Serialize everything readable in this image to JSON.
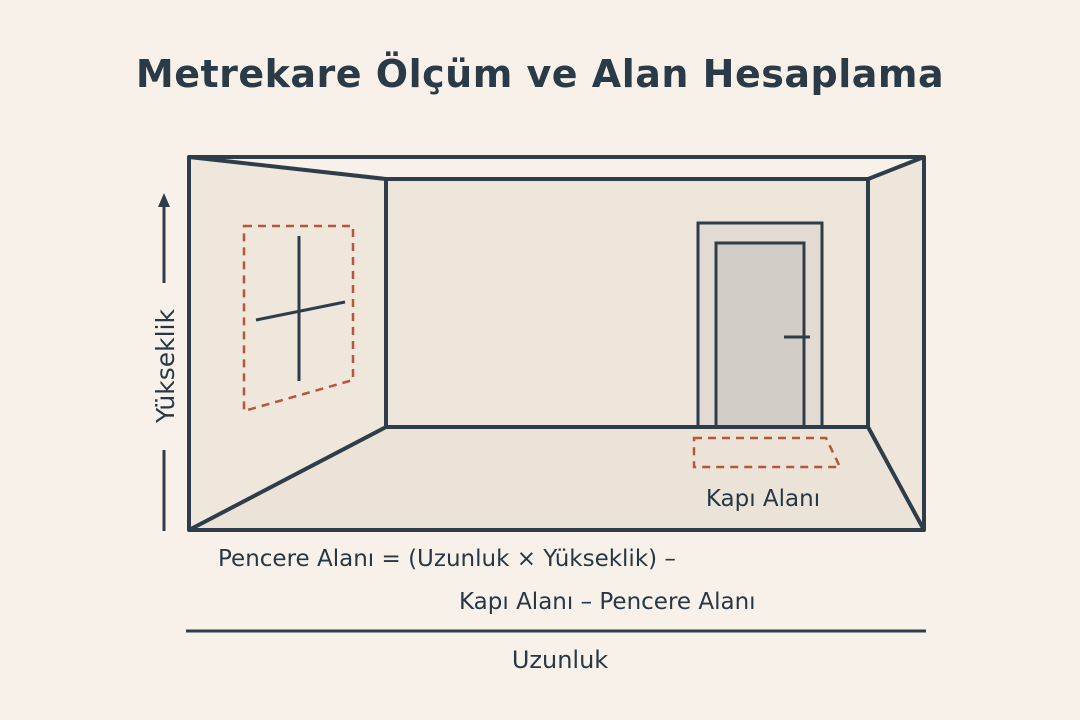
{
  "title": "Metrekare Ölçüm ve Alan Hesaplama",
  "labels": {
    "height": "Yükseklik",
    "length": "Uzunluk",
    "door_area": "Kapı Alanı"
  },
  "formula": {
    "line1": "Pencere Alanı = (Uzunluk × Yükseklik) –",
    "line2": "Kapı Alanı – Pencere Alanı"
  },
  "colors": {
    "background": "#f8f1e9",
    "outline": "#2e3d49",
    "back_wall": "#ede4da",
    "side_wall": "#efe6dc",
    "floor": "#ece3d8",
    "door": "#d3cdc7",
    "door_frame": "#e2dbd3",
    "dashed_marker": "#b8553a"
  },
  "icons": {
    "door_handle": "door-handle-icon",
    "window_cross": "window-cross-icon",
    "height_arrow": "arrow-up-icon"
  }
}
